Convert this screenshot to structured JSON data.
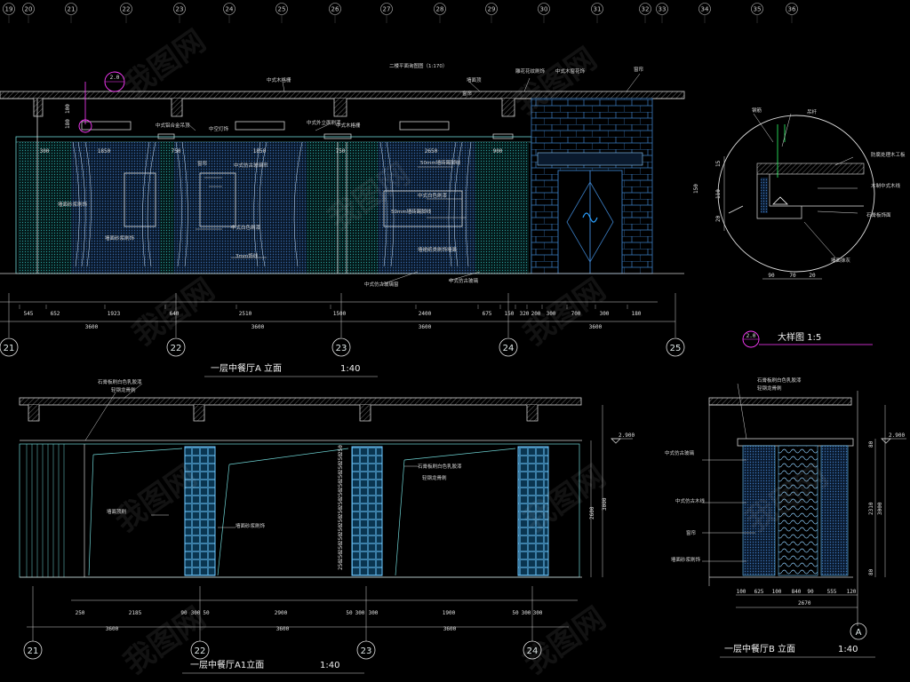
{
  "top_axis": [
    "19",
    "20",
    "21",
    "22",
    "23",
    "24",
    "25",
    "26",
    "27",
    "28",
    "29",
    "30",
    "31",
    "32",
    "33",
    "34",
    "35",
    "36"
  ],
  "elevation_a": {
    "title": "一层中餐厅A 立面",
    "scale": "1:40",
    "plan_note": "二楼平面询图图（1:170）",
    "seg_dims": [
      "545",
      "652",
      "1923",
      "640",
      "2510",
      "1500",
      "2400",
      "675",
      "150",
      "320",
      "200",
      "300",
      "700",
      "300",
      "180"
    ],
    "module_dims": [
      "3600",
      "3600",
      "3600",
      "3600"
    ],
    "axes": [
      "21",
      "22",
      "23",
      "24",
      "25"
    ],
    "top_dims": [
      "1850",
      "1850",
      "2650"
    ],
    "inner_dims": [
      "300",
      "750",
      "750",
      "900"
    ],
    "side_dims": [
      "100",
      "180"
    ],
    "labels": [
      "中空灯饰",
      "中式铝合金吊顶",
      "中式外立面刷漆",
      "中式木格栅",
      "中式木格栅",
      "墙面顶",
      "雕花花纹刷饰",
      "窗帘",
      "窗帘",
      "窗帘",
      "中式仿古玻璃帘",
      "50mm墙砖踢脚线",
      "50mm墙砖踢脚线",
      "中式白色刷漆",
      "中式白色刷漆",
      "墙裙纸类刷饰墙面",
      "3mm饰线",
      "墙面砂浆刷饰",
      "中式仿古玻璃窗",
      "中式仿古玻璃",
      "墙面砂浆刷饰",
      "中式木窗花饰"
    ]
  },
  "detail": {
    "callout_num": "2.0",
    "title": "大样图 1:5",
    "dims": [
      "90",
      "70",
      "20"
    ],
    "side_dims": [
      "15",
      "150",
      "110",
      "20"
    ],
    "labels": [
      "钢筋",
      "吊杆",
      "防腐处理木工板",
      "木制中式木线",
      "石膏板饰面",
      "墙面抹灰"
    ]
  },
  "elevation_a1": {
    "title": "一层中餐厅A1立面",
    "scale": "1:40",
    "level": "2.900",
    "side_dims": [
      "2600",
      "3000"
    ],
    "seg_dims": [
      "250",
      "2185",
      "90",
      "300",
      "50",
      "2900",
      "50",
      "300",
      "300",
      "1900",
      "50",
      "300",
      "300"
    ],
    "module_dims": [
      "3600",
      "3600",
      "3600"
    ],
    "axes": [
      "21",
      "22",
      "23",
      "24"
    ],
    "col_dims": [
      "250",
      "250",
      "250",
      "250",
      "250",
      "250",
      "250",
      "250",
      "250",
      "250",
      "250",
      "250",
      "250",
      "250"
    ],
    "labels": [
      "石膏板刷白色乳胶漆",
      "轻钢龙骨刷",
      "墙面顶刷",
      "墙面砂浆刷饰",
      "石膏板刷白色乳胶漆",
      "轻钢龙骨刷"
    ]
  },
  "elevation_b": {
    "title": "一层中餐厅B 立面",
    "scale": "1:40",
    "level": "2.900",
    "seg_dims": [
      "100",
      "625",
      "100",
      "840",
      "90",
      "555",
      "120"
    ],
    "total": "2670",
    "side_dims": [
      "80",
      "2310",
      "3000",
      "80"
    ],
    "axis": "A",
    "labels": [
      "石膏板刷白色乳胶漆",
      "轻钢龙骨刷",
      "中式仿古玻璃",
      "中式仿古木线",
      "窗帘",
      "墙面砂浆刷饰"
    ]
  },
  "watermark": "我图网"
}
